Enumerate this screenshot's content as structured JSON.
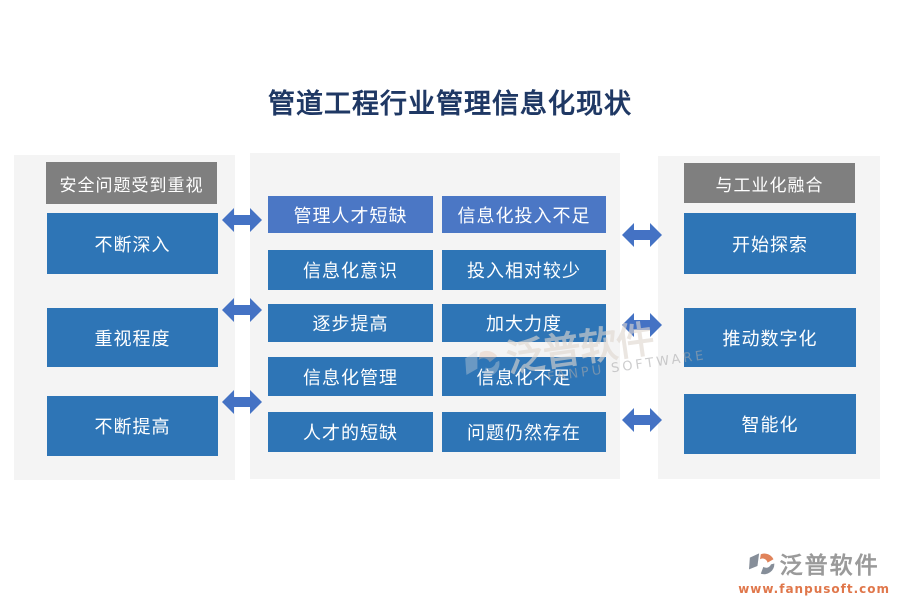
{
  "title": "管道工程行业管理信息化现状",
  "left_panel": {
    "header": "安全问题受到重视",
    "items": [
      "不断深入",
      "重视程度",
      "不断提高"
    ]
  },
  "middle_panel": {
    "rows": [
      {
        "left": "管理人才短缺",
        "right": "信息化投入不足"
      },
      {
        "left": "信息化意识",
        "right": "投入相对较少"
      },
      {
        "left": "逐步提高",
        "right": "加大力度"
      },
      {
        "left": "信息化管理",
        "right": "信息化不足"
      },
      {
        "left": "人才的短缺",
        "right": "问题仍然存在"
      }
    ]
  },
  "right_panel": {
    "header": "与工业化融合",
    "items": [
      "开始探索",
      "推动数字化",
      "智能化"
    ]
  },
  "watermark": {
    "text": "泛普软件",
    "subtext": "FANPU SOFTWARE"
  },
  "footer_logo": {
    "name": "泛普软件",
    "url": "www.fanpusoft.com"
  },
  "colors": {
    "box_blue": "#2e75b6",
    "box_light_blue": "#4b77c5",
    "arrow_blue": "#4472c4",
    "header_gray": "#7f7f7f",
    "panel_gray": "#f4f4f4",
    "title_navy": "#1f3864",
    "logo_gray": "#9a9a9a",
    "url_orange": "#e0774b"
  }
}
